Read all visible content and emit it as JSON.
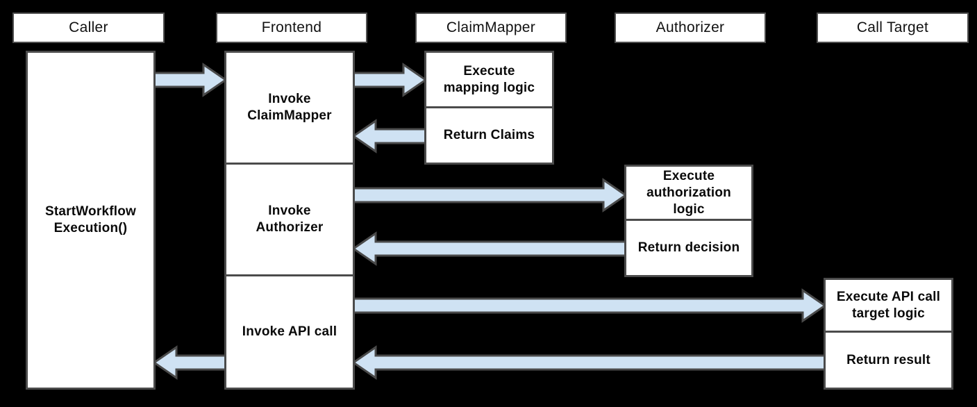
{
  "colors": {
    "background": "#000000",
    "box_fill": "#ffffff",
    "box_border": "#4b4b4b",
    "arrow_fill": "#cfe2f3",
    "arrow_border": "#4a4a4a",
    "text": "#0a0a0a"
  },
  "lanes": [
    {
      "id": "caller",
      "header": "Caller"
    },
    {
      "id": "frontend",
      "header": "Frontend"
    },
    {
      "id": "claim_mapper",
      "header": "ClaimMapper"
    },
    {
      "id": "authorizer",
      "header": "Authorizer"
    },
    {
      "id": "call_target",
      "header": "Call Target"
    }
  ],
  "nodes": {
    "start_workflow": {
      "lane": "caller",
      "label": "StartWorkflow\nExecution()"
    },
    "invoke_claim_mapper": {
      "lane": "frontend",
      "label": "Invoke\nClaimMapper"
    },
    "invoke_authorizer": {
      "lane": "frontend",
      "label": "Invoke\nAuthorizer"
    },
    "invoke_api_call": {
      "lane": "frontend",
      "label": "Invoke API call"
    },
    "execute_mapping_logic": {
      "lane": "claim_mapper",
      "label": "Execute\nmapping logic"
    },
    "return_claims": {
      "lane": "claim_mapper",
      "label": "Return Claims"
    },
    "execute_auth_logic": {
      "lane": "authorizer",
      "label": "Execute\nauthorization\nlogic"
    },
    "return_decision": {
      "lane": "authorizer",
      "label": "Return decision"
    },
    "execute_target_logic": {
      "lane": "call_target",
      "label": "Execute API call\ntarget logic"
    },
    "return_result": {
      "lane": "call_target",
      "label": "Return result"
    }
  },
  "arrows": [
    {
      "id": "caller-to-frontend",
      "from": "start_workflow",
      "to": "invoke_claim_mapper",
      "direction": "right"
    },
    {
      "id": "frontend-to-claimmapper",
      "from": "invoke_claim_mapper",
      "to": "execute_mapping_logic",
      "direction": "right"
    },
    {
      "id": "claimmapper-to-frontend",
      "from": "return_claims",
      "to": "invoke_claim_mapper",
      "direction": "left"
    },
    {
      "id": "frontend-to-authorizer",
      "from": "invoke_authorizer",
      "to": "execute_auth_logic",
      "direction": "right"
    },
    {
      "id": "authorizer-to-frontend",
      "from": "return_decision",
      "to": "invoke_authorizer",
      "direction": "left"
    },
    {
      "id": "frontend-to-calltarget",
      "from": "invoke_api_call",
      "to": "execute_target_logic",
      "direction": "right"
    },
    {
      "id": "calltarget-to-frontend",
      "from": "return_result",
      "to": "invoke_api_call",
      "direction": "left"
    },
    {
      "id": "frontend-to-caller",
      "from": "invoke_api_call",
      "to": "start_workflow",
      "direction": "left"
    }
  ]
}
